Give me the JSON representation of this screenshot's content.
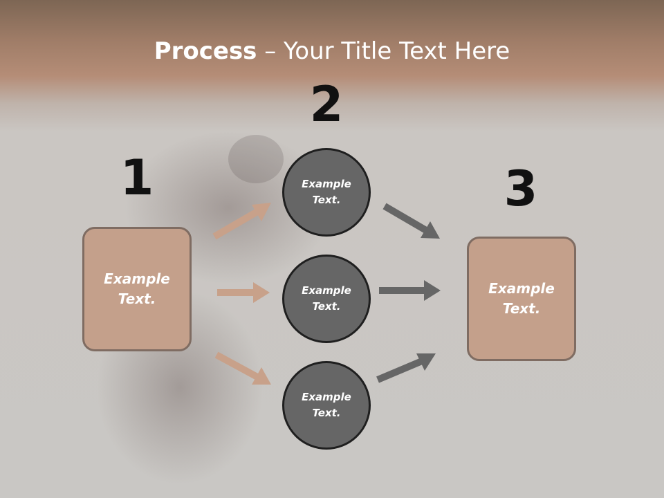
{
  "slide": {
    "title_bold": "Process",
    "title_rest": " – Your Title Text Here"
  },
  "steps": {
    "one": "1",
    "two": "2",
    "three": "3"
  },
  "boxes": {
    "left": "Example Text.",
    "right": "Example Text."
  },
  "circles": {
    "top": "Example Text.",
    "middle": "Example Text.",
    "bottom": "Example Text."
  },
  "colors": {
    "box_fill": "#c4a08b",
    "circle_fill": "#666666",
    "left_arrows": "#c8a18a",
    "right_arrows": "#666666"
  }
}
